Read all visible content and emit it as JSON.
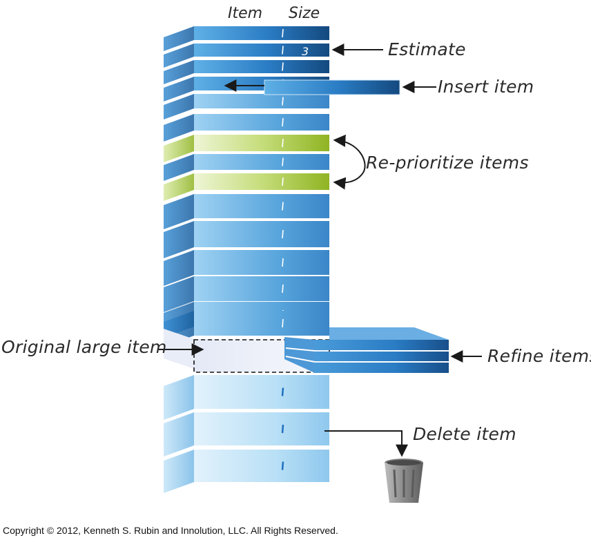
{
  "headers": {
    "item": "Item",
    "size": "Size"
  },
  "estimate_value": "3",
  "labels": {
    "estimate": "Estimate",
    "insert": "Insert item",
    "reprioritize": "Re-prioritize items",
    "original": "Original large item",
    "refine": "Refine items",
    "delete": "Delete item"
  },
  "copyright": "Copyright © 2012, Kenneth S. Rubin and Innolution, LLC. All Rights Reserved.",
  "colors": {
    "blue_dark": "#1f5fa0",
    "blue_mid": "#3a8fd0",
    "blue_light": "#a8d6f2",
    "green": "#9fc22e",
    "green_light": "#e4efc2",
    "trash": "#8a8a8a"
  }
}
